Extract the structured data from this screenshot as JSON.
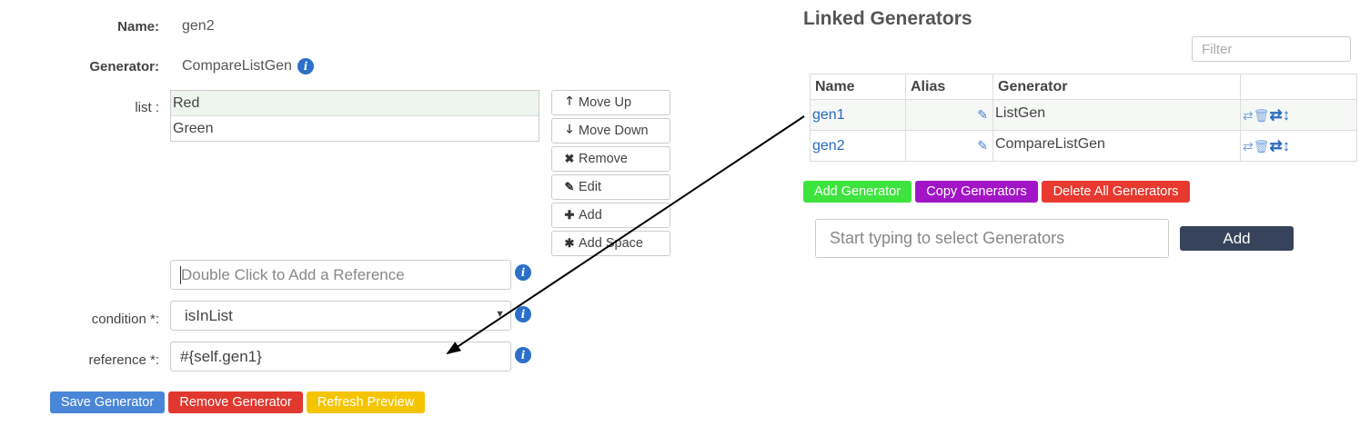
{
  "form": {
    "name_label": "Name:",
    "name_value": "gen2",
    "generator_label": "Generator:",
    "generator_value": "CompareListGen",
    "list_label": "list :",
    "list_items": [
      "Red",
      "Green"
    ],
    "list_buttons": {
      "move_up": "Move Up",
      "move_down": "Move Down",
      "remove": "Remove",
      "edit": "Edit",
      "add": "Add",
      "add_space": "Add Space"
    },
    "reference_placeholder": "Double Click to Add a Reference",
    "condition_label": "condition *:",
    "condition_value": "isInList",
    "reference_label": "reference *:",
    "reference_value": "#{self.gen1}",
    "buttons": {
      "save": "Save Generator",
      "remove": "Remove Generator",
      "refresh": "Refresh Preview"
    }
  },
  "linked": {
    "title": "Linked Generators",
    "filter_placeholder": "Filter",
    "columns": [
      "Name",
      "Alias",
      "Generator",
      ""
    ],
    "rows": [
      {
        "name": "gen1",
        "alias": "",
        "generator": "ListGen"
      },
      {
        "name": "gen2",
        "alias": "",
        "generator": "CompareListGen"
      }
    ],
    "buttons": {
      "add": "Add Generator",
      "copy": "Copy Generators",
      "delete_all": "Delete All Generators"
    },
    "select_placeholder": "Start typing to select Generators",
    "select_add": "Add"
  },
  "colors": {
    "save": "#4a86d8",
    "remove": "#e0382f",
    "refresh": "#f5c400",
    "add_generator": "#3ee43e",
    "copy": "#a215c6",
    "delete_all": "#e8392f",
    "add_dark": "#36435a",
    "link": "#2a6bbf"
  },
  "icons": {
    "info": "info-circle",
    "move_up": "arrow-up",
    "move_down": "arrow-down",
    "remove": "times",
    "edit": "pencil",
    "add": "plus",
    "add_space": "asterisk",
    "row_actions": [
      "retweet",
      "trash",
      "exchange",
      "arrows-v"
    ]
  }
}
